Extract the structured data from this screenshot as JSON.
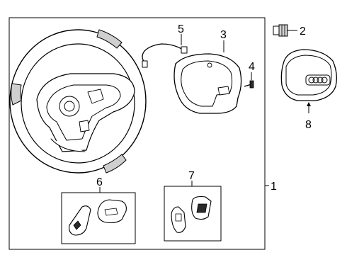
{
  "callouts": {
    "c1": "1",
    "c2": "2",
    "c3": "3",
    "c4": "4",
    "c5": "5",
    "c6": "6",
    "c7": "7",
    "c8": "8"
  },
  "icons": {
    "steering_wheel": "steering-wheel-assembly",
    "wire_harness": "wire-harness",
    "trim_cover": "trim-cover",
    "screw": "screw",
    "bolt": "bolt",
    "airbag_module": "driver-airbag-module",
    "left_switch": "left-control-switch",
    "right_switch": "right-control-switch"
  }
}
